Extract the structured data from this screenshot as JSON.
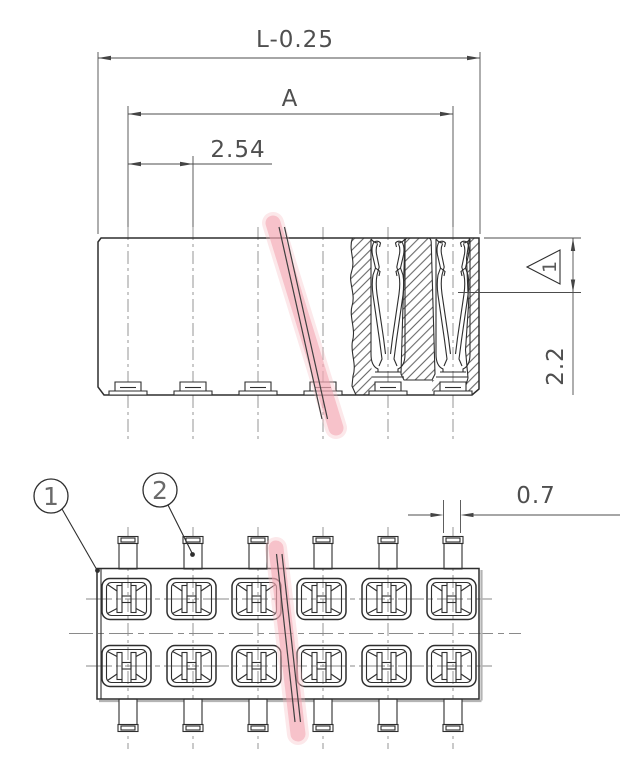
{
  "drawing": {
    "dimensions": {
      "overall_length": "L-0.25",
      "contact_span": "A",
      "pitch": "2.54",
      "insulator_height": "2.2",
      "pad_width": "0.7"
    },
    "markers": {
      "revision_triangle": "1",
      "balloon_1": "1",
      "balloon_2": "2"
    },
    "colors": {
      "outline": "#2e2e2e",
      "dimension": "#4c4c4c",
      "centerline": "#8a8a8a",
      "highlight": "#f3a2ae"
    }
  }
}
